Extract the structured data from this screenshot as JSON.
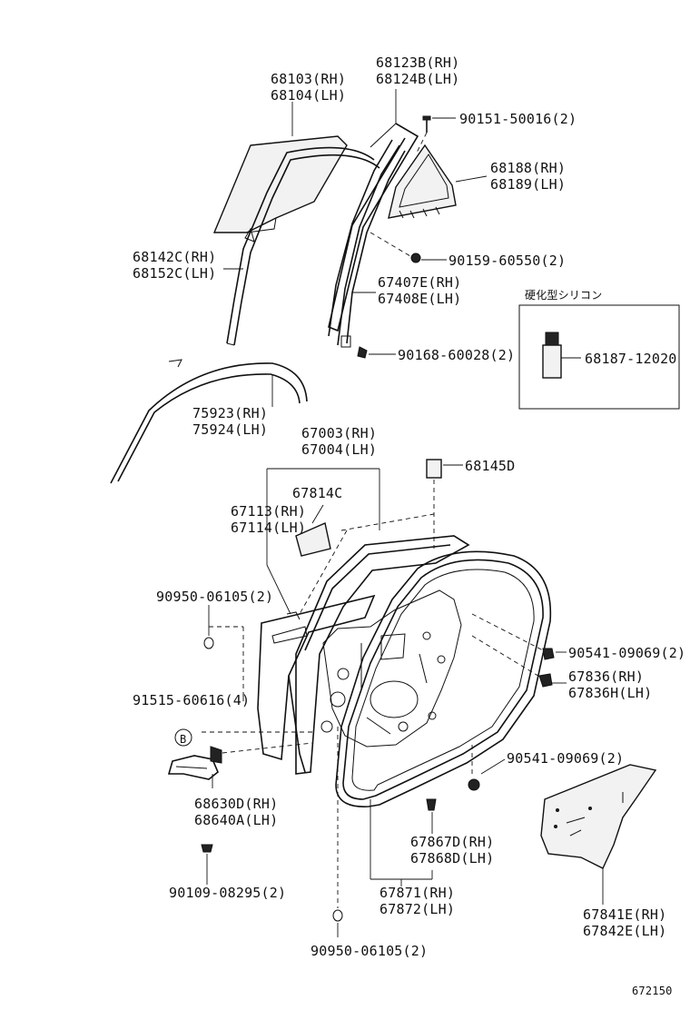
{
  "labels": {
    "glass_rh": "68103(RH)",
    "glass_lh": "68104(LH)",
    "channel_rh": "68123B(RH)",
    "channel_lh": "68124B(LH)",
    "screw_1": "90151-50016(2)",
    "quarter_glass_rh": "68188(RH)",
    "quarter_glass_lh": "68189(LH)",
    "run_rh": "68142C(RH)",
    "run_lh": "68152C(LH)",
    "bolt_1": "90159-60550(2)",
    "frame_rh": "67407E(RH)",
    "frame_lh": "67408E(LH)",
    "silicone_title": "硬化型シリコン",
    "silicone_part": "68187-12020",
    "bolt_2": "90168-60028(2)",
    "moulding_rh": "75923(RH)",
    "moulding_lh": "75924(LH)",
    "door_panel_rh": "67003(RH)",
    "door_panel_lh": "67004(LH)",
    "cushion": "68145D",
    "seal": "67814C",
    "hole_seal_rh": "67113(RH)",
    "hole_seal_lh": "67114(LH)",
    "plug_1": "90950-06105(2)",
    "clip_1": "90541-09069(2)",
    "stopper_rh": "67836(RH)",
    "stopper_lh": "67836H(LH)",
    "screw_2": "91515-60616(4)",
    "ref_b": "B",
    "clip_2": "90541-09069(2)",
    "hinge_rh": "68630D(RH)",
    "hinge_lh": "68640A(LH)",
    "weatherstrip_rh": "67867D(RH)",
    "weatherstrip_lh": "67868D(LH)",
    "bolt_3": "90109-08295(2)",
    "door_weather_rh": "67871(RH)",
    "door_weather_lh": "67872(LH)",
    "cover_rh": "67841E(RH)",
    "cover_lh": "67842E(LH)",
    "plug_2": "90950-06105(2)",
    "figure_number": "672150"
  }
}
